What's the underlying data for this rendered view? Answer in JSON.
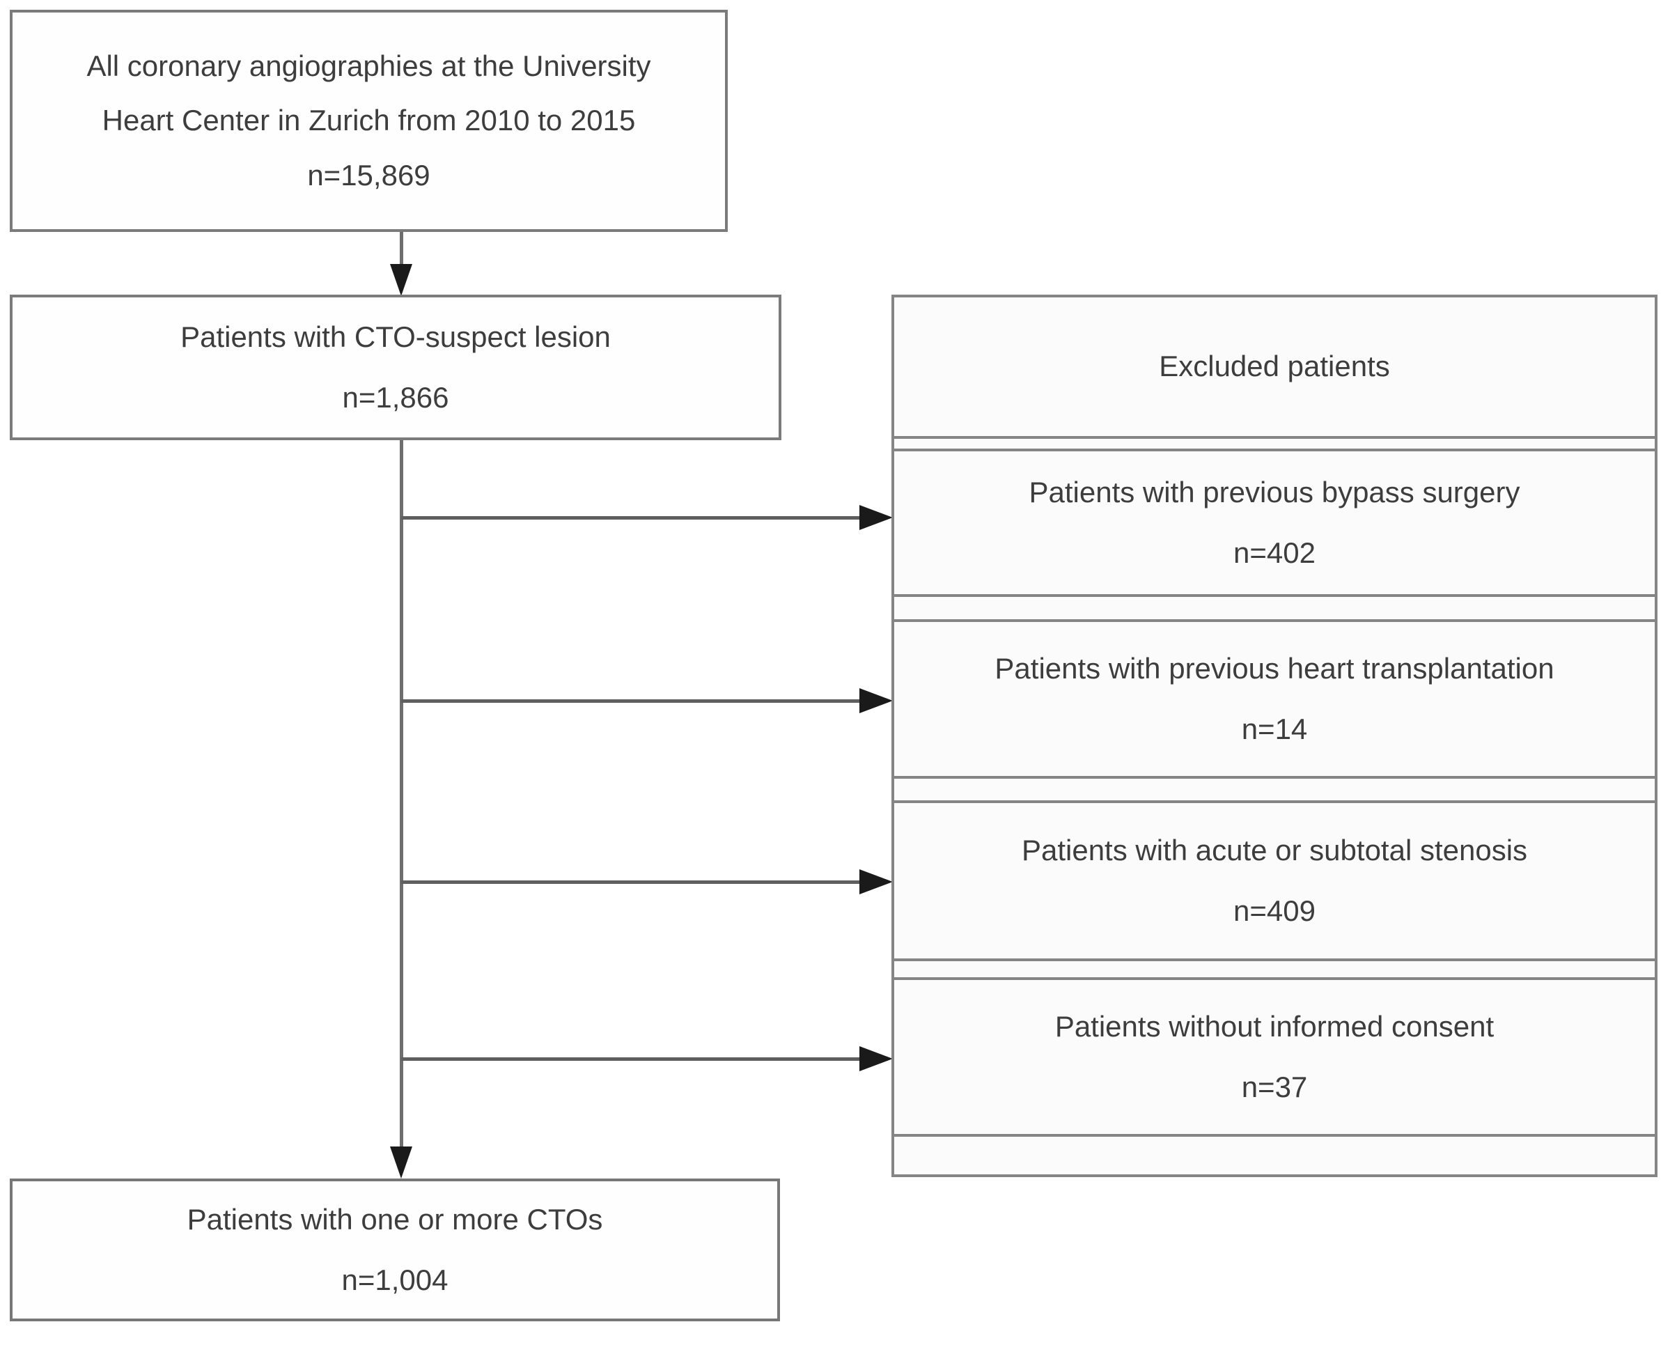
{
  "figure": {
    "type": "patient-selection-flowchart",
    "top_box": {
      "line1": "All coronary angiographies at the University",
      "line2": "Heart Center in Zurich from 2010 to 2015",
      "count": "n=15,869"
    },
    "mid_box": {
      "label": "Patients with CTO-suspect lesion",
      "count": "n=1,866"
    },
    "bottom_box": {
      "label": "Patients with one or more CTOs",
      "count": "n=1,004"
    },
    "excluded": {
      "header": "Excluded patients",
      "items": [
        {
          "label": "Patients with previous bypass surgery",
          "count": "n=402"
        },
        {
          "label": "Patients with previous heart transplantation",
          "count": "n=14"
        },
        {
          "label": "Patients with acute or subtotal stenosis",
          "count": "n=409"
        },
        {
          "label": "Patients without informed consent",
          "count": "n=37"
        }
      ]
    },
    "colors": {
      "box_border": "#7b7b7b",
      "panel_border": "#858585",
      "connector": "#5f5f5f",
      "arrowhead": "#1a1a1a",
      "text": "#3d3d3d",
      "background": "#ffffff"
    }
  }
}
